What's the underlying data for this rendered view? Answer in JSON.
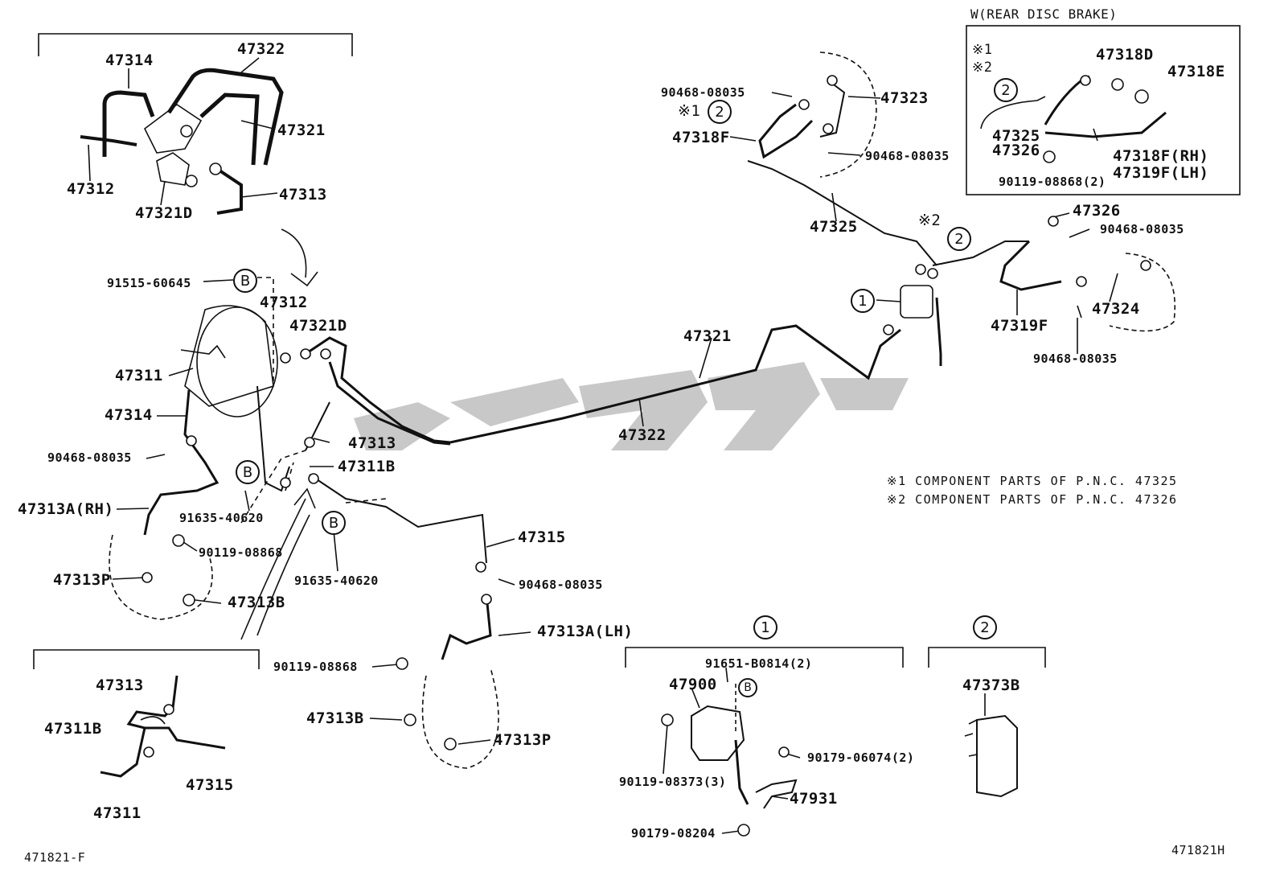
{
  "inset_title": "W(REAR DISC BRAKE)",
  "notes": [
    "※1 COMPONENT PARTS OF P.N.C. 47325",
    "※2 COMPONENT PARTS OF P.N.C. 47326"
  ],
  "callouts": {
    "c1": "1",
    "c2": "2",
    "cB": "B",
    "ast1": "※1",
    "ast2": "※2"
  },
  "footer": {
    "left": "471821-F",
    "right": "471821H"
  },
  "watermark_color": "#c8c8c8",
  "parts": {
    "p47314_top": "47314",
    "p47322_top": "47322",
    "p47321_top": "47321",
    "p47312_top": "47312",
    "p47313_top": "47313",
    "p47321D_top": "47321D",
    "p91515": "91515-60645",
    "p47312_mid": "47312",
    "p47321D_mid": "47321D",
    "p47311_mid": "47311",
    "p47314_mid": "47314",
    "p47313_mid": "47313",
    "p90468_a": "90468-08035",
    "p47311B_mid": "47311B",
    "p47313A_rh": "47313A(RH)",
    "p91635_a": "91635-40620",
    "p90119_a": "90119-08868",
    "p47313P_l": "47313P",
    "p47313B_l": "47313B",
    "p91635_b": "91635-40620",
    "p47315_mid": "47315",
    "p90468_b": "90468-08035",
    "p47313A_lh": "47313A(LH)",
    "p90119_b": "90119-08868",
    "p47313B_r": "47313B",
    "p47313P_r": "47313P",
    "p47313_bl": "47313",
    "p47311B_bl": "47311B",
    "p47315_bl": "47315",
    "p47311_bl": "47311",
    "p47321_main": "47321",
    "p47322_main": "47322",
    "p90468_c": "90468-08035",
    "p47323": "47323",
    "p47318F_a": "47318F",
    "p90468_d": "90468-08035",
    "p47325_main": "47325",
    "p47326_main": "47326",
    "p90468_e": "90468-08035",
    "p47324": "47324",
    "p47319F": "47319F",
    "p90468_f": "90468-08035",
    "p47318D": "47318D",
    "p47318E": "47318E",
    "p47325_w": "47325",
    "p47326_w": "47326",
    "p47318F_rh": "47318F(RH)",
    "p47319F_lh": "47319F(LH)",
    "p90119_w": "90119-08868(2)",
    "p91651": "91651-B0814(2)",
    "p47900": "47900",
    "p90119_c": "90119-08373(3)",
    "p90179_a": "90179-06074(2)",
    "p47931": "47931",
    "p90179_b": "90179-08204",
    "p47373B": "47373B"
  }
}
